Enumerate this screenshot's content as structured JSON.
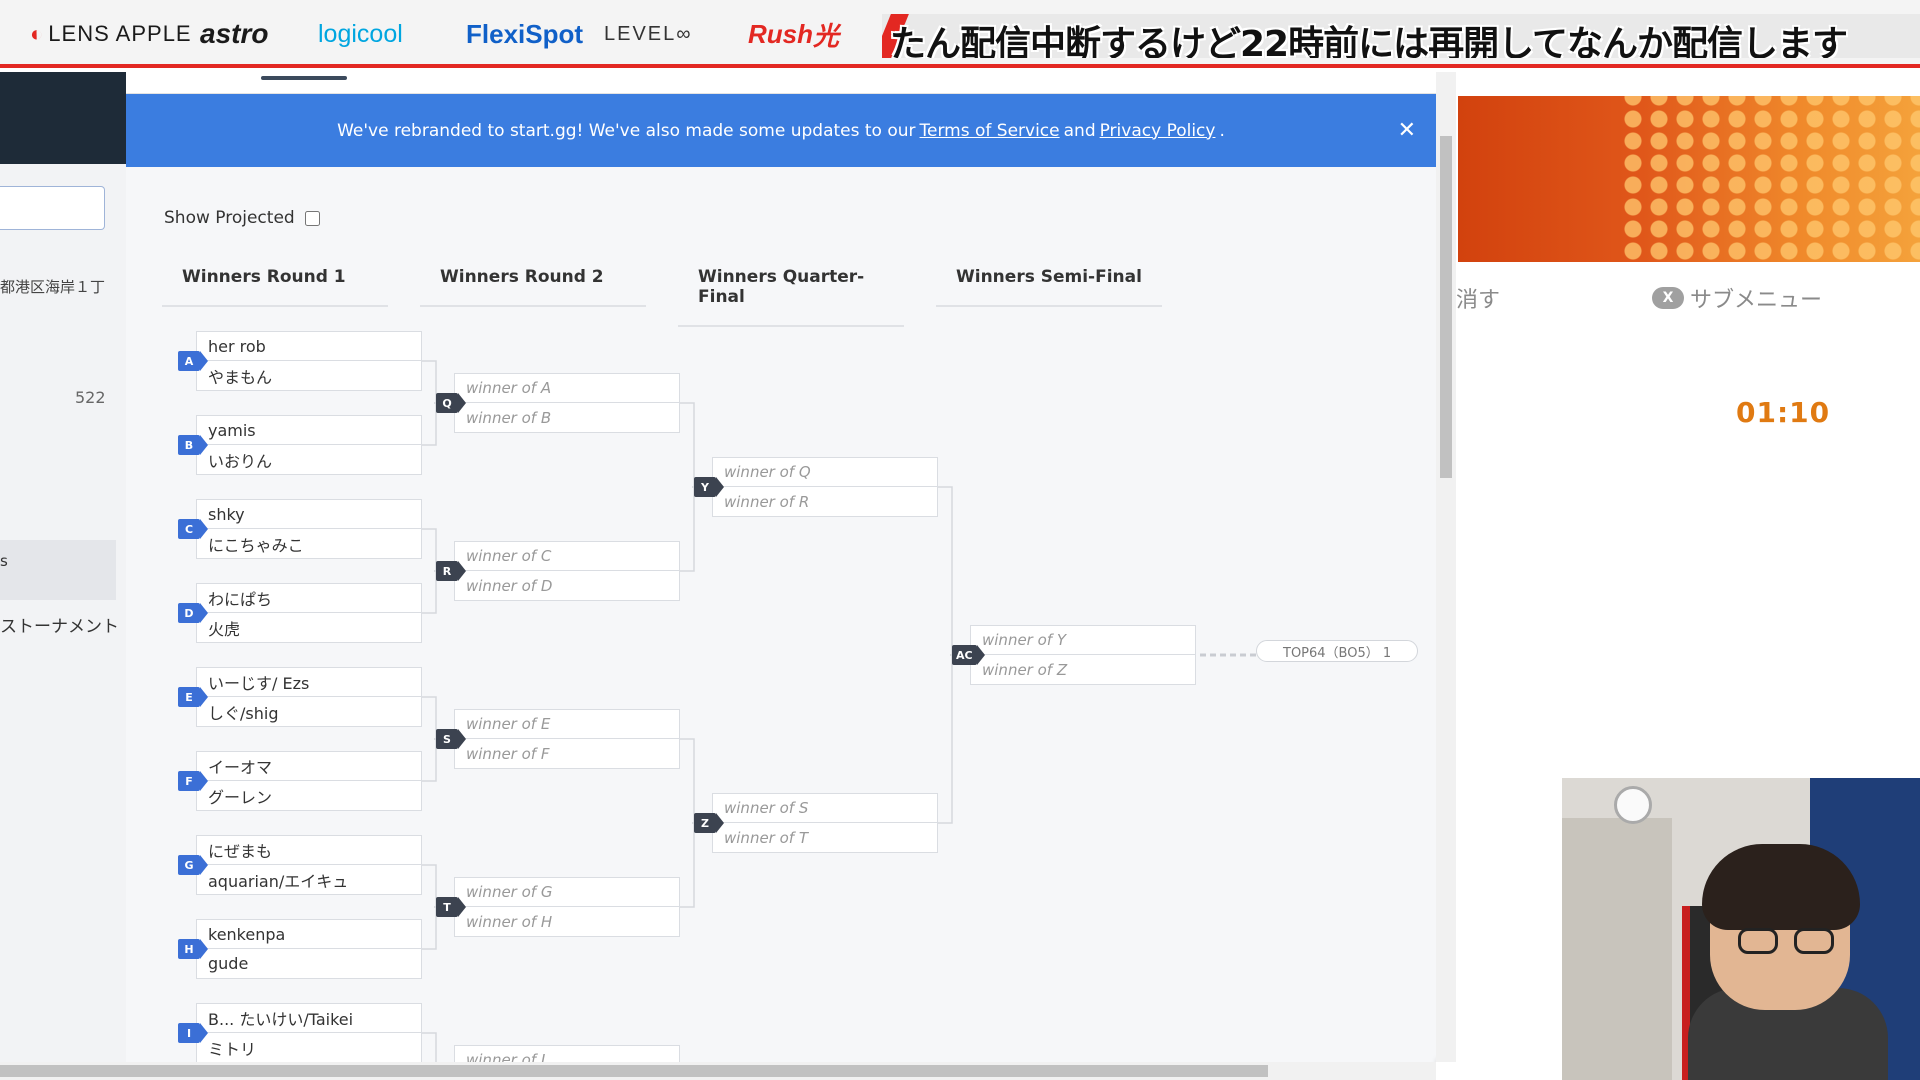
{
  "overlay": {
    "sponsors": {
      "lens": "LENS APPLE",
      "astro": "astro",
      "logicool": "logicool",
      "flexispot": "FlexiSpot",
      "level": "LEVEL∞",
      "rush": "Rush",
      "rush_kanji": "光"
    },
    "ticker_text": "たん配信中断するけど22時前には再開してなんか配信します"
  },
  "sidebar": {
    "address": "都港区海岸１丁",
    "count": "522",
    "selected_text": "s",
    "tournament_label": "ストーナメント"
  },
  "banner": {
    "text_before": "We've rebranded to start.gg! We've also made some updates to our",
    "link_tos": "Terms of Service",
    "text_and": "and",
    "link_privacy": "Privacy Policy",
    "text_after": ".",
    "close": "✕"
  },
  "bracket": {
    "show_projected_label": "Show Projected",
    "rounds": [
      "Winners Round 1",
      "Winners Round 2",
      "Winners Quarter-Final",
      "Winners Semi-Final"
    ],
    "round1": [
      {
        "tag": "A",
        "p1": "her rob",
        "p2": "やまもん"
      },
      {
        "tag": "B",
        "p1": "yamis",
        "p2": "いおりん"
      },
      {
        "tag": "C",
        "p1": "shky",
        "p2": "にこちゃみこ"
      },
      {
        "tag": "D",
        "p1": "わにぱち",
        "p2": "火虎"
      },
      {
        "tag": "E",
        "p1": "いーじす/ Ezs",
        "p2": "しぐ/shig"
      },
      {
        "tag": "F",
        "p1": "イーオマ",
        "p2": "グーレン"
      },
      {
        "tag": "G",
        "p1": "にぜまも",
        "p2": "aquarian/エイキュ"
      },
      {
        "tag": "H",
        "p1": "kenkenpa",
        "p2": "gude"
      },
      {
        "tag": "I",
        "p1": "B... たいけい/Taikei",
        "p2": "ミトリ"
      }
    ],
    "round2": [
      {
        "tag": "Q",
        "p1": "winner of A",
        "p2": "winner of B"
      },
      {
        "tag": "R",
        "p1": "winner of C",
        "p2": "winner of D"
      },
      {
        "tag": "S",
        "p1": "winner of E",
        "p2": "winner of F"
      },
      {
        "tag": "T",
        "p1": "winner of G",
        "p2": "winner of H"
      },
      {
        "tag": "",
        "p1": "winner of I",
        "p2": ""
      }
    ],
    "quarter": [
      {
        "tag": "Y",
        "p1": "winner of Q",
        "p2": "winner of R"
      },
      {
        "tag": "Z",
        "p1": "winner of S",
        "p2": "winner of T"
      }
    ],
    "semi": [
      {
        "tag": "AC",
        "p1": "winner of Y",
        "p2": "winner of Z"
      }
    ],
    "next_label": "TOP64（BO5） 1"
  },
  "right_panel": {
    "menu_erase": "消す",
    "menu_sub_button": "X",
    "menu_sub": "サブメニュー",
    "timer": "01:10"
  }
}
